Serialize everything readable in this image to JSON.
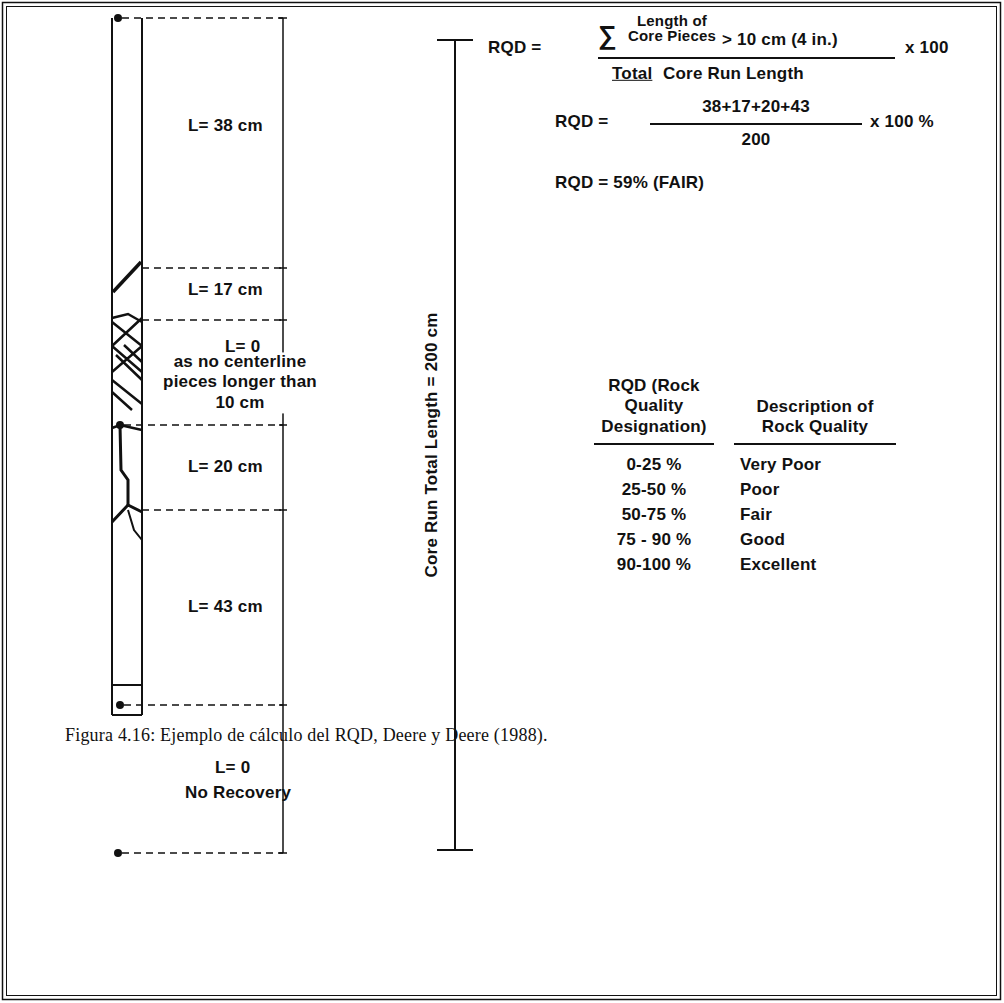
{
  "diagram": {
    "caption": "Figura 4.16: Ejemplo de cálculo del RQD, Deere y Deere (1988).",
    "labels": [
      "L= 38 cm",
      "L= 17 cm",
      "L= 0",
      "as no centerline pieces longer than 10 cm",
      "L= 20 cm",
      "L= 43 cm",
      "L= 0",
      "No Recovery",
      "Core Run Total Length = 200 cm",
      "RQD =",
      "∑",
      "Length of Core Pieces",
      "> 10 cm (4 in.)",
      "Total",
      "Core Run Length",
      "x 100",
      "RQD =",
      "38+17+20+43",
      "200",
      "x 100 %",
      "RQD = 59% (FAIR)",
      "RQD (Rock Quality Designation)",
      "Description of Rock Quality",
      "0-25 %",
      "Very Poor",
      "25-50 %",
      "Poor",
      "50-75 %",
      "Fair",
      "75 - 90 %",
      "Good",
      "90-100 %",
      "Excellent"
    ]
  }
}
